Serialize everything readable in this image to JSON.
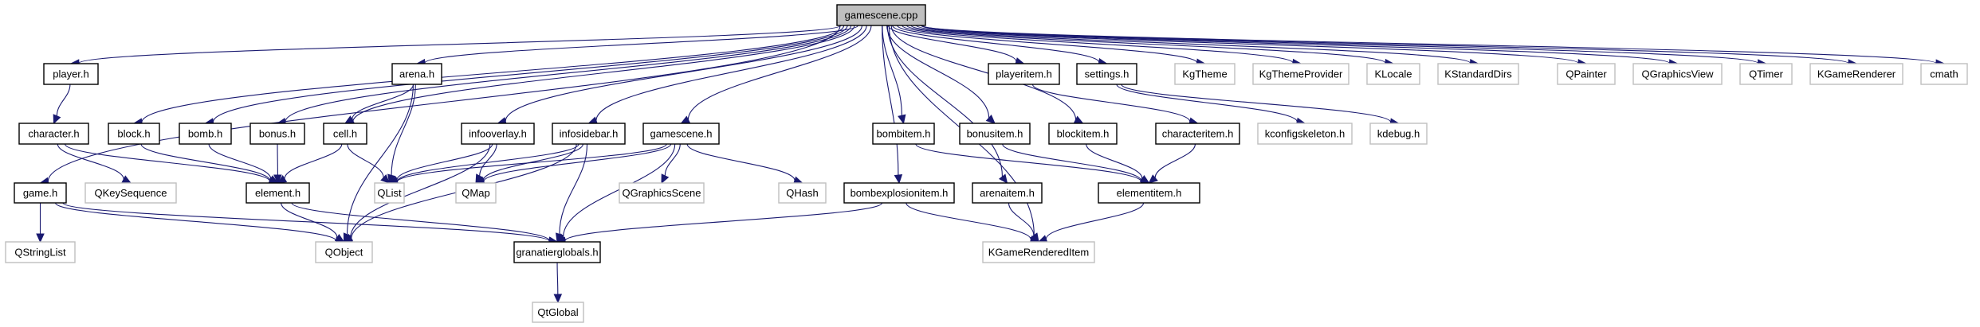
{
  "diagram": {
    "title": "gamescene.cpp include dependency graph",
    "root": "gamescene.cpp",
    "colors": {
      "edge": "#191970",
      "root_fill": "#bfbfbf",
      "documented_border": "#000000",
      "external_border": "#bfbfbf"
    },
    "nodes": [
      {
        "id": "gamescene_cpp",
        "label": "gamescene.cpp",
        "kind": "root"
      },
      {
        "id": "player_h",
        "label": "player.h",
        "kind": "doc"
      },
      {
        "id": "arena_h",
        "label": "arena.h",
        "kind": "doc"
      },
      {
        "id": "playeritem_h",
        "label": "playeritem.h",
        "kind": "doc"
      },
      {
        "id": "settings_h",
        "label": "settings.h",
        "kind": "doc"
      },
      {
        "id": "KgTheme",
        "label": "KgTheme",
        "kind": "ext"
      },
      {
        "id": "KgThemeProvider",
        "label": "KgThemeProvider",
        "kind": "ext"
      },
      {
        "id": "KLocale",
        "label": "KLocale",
        "kind": "ext"
      },
      {
        "id": "KStandardDirs",
        "label": "KStandardDirs",
        "kind": "ext"
      },
      {
        "id": "QPainter",
        "label": "QPainter",
        "kind": "ext"
      },
      {
        "id": "QGraphicsView",
        "label": "QGraphicsView",
        "kind": "ext"
      },
      {
        "id": "QTimer",
        "label": "QTimer",
        "kind": "ext"
      },
      {
        "id": "KGameRenderer",
        "label": "KGameRenderer",
        "kind": "ext"
      },
      {
        "id": "cmath",
        "label": "cmath",
        "kind": "ext"
      },
      {
        "id": "character_h",
        "label": "character.h",
        "kind": "doc"
      },
      {
        "id": "block_h",
        "label": "block.h",
        "kind": "doc"
      },
      {
        "id": "bomb_h",
        "label": "bomb.h",
        "kind": "doc"
      },
      {
        "id": "bonus_h",
        "label": "bonus.h",
        "kind": "doc"
      },
      {
        "id": "cell_h",
        "label": "cell.h",
        "kind": "doc"
      },
      {
        "id": "infooverlay_h",
        "label": "infooverlay.h",
        "kind": "doc"
      },
      {
        "id": "infosidebar_h",
        "label": "infosidebar.h",
        "kind": "doc"
      },
      {
        "id": "gamescene_h",
        "label": "gamescene.h",
        "kind": "doc"
      },
      {
        "id": "bombitem_h",
        "label": "bombitem.h",
        "kind": "doc"
      },
      {
        "id": "bonusitem_h",
        "label": "bonusitem.h",
        "kind": "doc"
      },
      {
        "id": "blockitem_h",
        "label": "blockitem.h",
        "kind": "doc"
      },
      {
        "id": "characteritem_h",
        "label": "characteritem.h",
        "kind": "doc"
      },
      {
        "id": "kconfigskeleton_h",
        "label": "kconfigskeleton.h",
        "kind": "ext"
      },
      {
        "id": "kdebug_h",
        "label": "kdebug.h",
        "kind": "ext"
      },
      {
        "id": "game_h",
        "label": "game.h",
        "kind": "doc"
      },
      {
        "id": "QKeySequence",
        "label": "QKeySequence",
        "kind": "ext"
      },
      {
        "id": "element_h",
        "label": "element.h",
        "kind": "doc"
      },
      {
        "id": "QList",
        "label": "QList",
        "kind": "ext"
      },
      {
        "id": "QMap",
        "label": "QMap",
        "kind": "ext"
      },
      {
        "id": "QGraphicsScene",
        "label": "QGraphicsScene",
        "kind": "ext"
      },
      {
        "id": "QHash",
        "label": "QHash",
        "kind": "ext"
      },
      {
        "id": "bombexplosionitem_h",
        "label": "bombexplosionitem.h",
        "kind": "doc"
      },
      {
        "id": "arenaitem_h",
        "label": "arenaitem.h",
        "kind": "doc"
      },
      {
        "id": "elementitem_h",
        "label": "elementitem.h",
        "kind": "doc"
      },
      {
        "id": "QStringList",
        "label": "QStringList",
        "kind": "ext"
      },
      {
        "id": "QObject",
        "label": "QObject",
        "kind": "ext"
      },
      {
        "id": "granatierglobals_h",
        "label": "granatierglobals.h",
        "kind": "doc"
      },
      {
        "id": "KGameRenderedItem",
        "label": "KGameRenderedItem",
        "kind": "ext"
      },
      {
        "id": "QtGlobal",
        "label": "QtGlobal",
        "kind": "ext"
      }
    ],
    "edges": [
      [
        "gamescene_cpp",
        "game_h"
      ],
      [
        "gamescene_cpp",
        "player_h"
      ],
      [
        "gamescene_cpp",
        "block_h"
      ],
      [
        "gamescene_cpp",
        "bomb_h"
      ],
      [
        "gamescene_cpp",
        "bonus_h"
      ],
      [
        "gamescene_cpp",
        "cell_h"
      ],
      [
        "gamescene_cpp",
        "arena_h"
      ],
      [
        "gamescene_cpp",
        "infooverlay_h"
      ],
      [
        "gamescene_cpp",
        "infosidebar_h"
      ],
      [
        "gamescene_cpp",
        "gamescene_h"
      ],
      [
        "gamescene_cpp",
        "bombexplosionitem_h"
      ],
      [
        "gamescene_cpp",
        "arenaitem_h"
      ],
      [
        "gamescene_cpp",
        "KGameRenderedItem"
      ],
      [
        "gamescene_cpp",
        "bombitem_h"
      ],
      [
        "gamescene_cpp",
        "bonusitem_h"
      ],
      [
        "gamescene_cpp",
        "blockitem_h"
      ],
      [
        "gamescene_cpp",
        "playeritem_h"
      ],
      [
        "gamescene_cpp",
        "settings_h"
      ],
      [
        "gamescene_cpp",
        "KgTheme"
      ],
      [
        "gamescene_cpp",
        "KgThemeProvider"
      ],
      [
        "gamescene_cpp",
        "KLocale"
      ],
      [
        "gamescene_cpp",
        "KStandardDirs"
      ],
      [
        "gamescene_cpp",
        "QPainter"
      ],
      [
        "gamescene_cpp",
        "QGraphicsView"
      ],
      [
        "gamescene_cpp",
        "QTimer"
      ],
      [
        "gamescene_cpp",
        "KGameRenderer"
      ],
      [
        "gamescene_cpp",
        "cmath"
      ],
      [
        "player_h",
        "character_h"
      ],
      [
        "character_h",
        "QKeySequence"
      ],
      [
        "character_h",
        "element_h"
      ],
      [
        "block_h",
        "element_h"
      ],
      [
        "bomb_h",
        "element_h"
      ],
      [
        "bonus_h",
        "element_h"
      ],
      [
        "cell_h",
        "element_h"
      ],
      [
        "cell_h",
        "QList"
      ],
      [
        "arena_h",
        "cell_h"
      ],
      [
        "arena_h",
        "QList"
      ],
      [
        "arena_h",
        "QObject"
      ],
      [
        "element_h",
        "QObject"
      ],
      [
        "element_h",
        "granatierglobals_h"
      ],
      [
        "game_h",
        "QStringList"
      ],
      [
        "game_h",
        "QObject"
      ],
      [
        "game_h",
        "granatierglobals_h"
      ],
      [
        "infooverlay_h",
        "QList"
      ],
      [
        "infooverlay_h",
        "QMap"
      ],
      [
        "infooverlay_h",
        "QObject"
      ],
      [
        "infosidebar_h",
        "QList"
      ],
      [
        "infosidebar_h",
        "QMap"
      ],
      [
        "infosidebar_h",
        "QObject"
      ],
      [
        "infosidebar_h",
        "granatierglobals_h"
      ],
      [
        "gamescene_h",
        "QList"
      ],
      [
        "gamescene_h",
        "QMap"
      ],
      [
        "gamescene_h",
        "granatierglobals_h"
      ],
      [
        "gamescene_h",
        "QGraphicsScene"
      ],
      [
        "gamescene_h",
        "QHash"
      ],
      [
        "bombexplosionitem_h",
        "granatierglobals_h"
      ],
      [
        "bombexplosionitem_h",
        "KGameRenderedItem"
      ],
      [
        "arenaitem_h",
        "KGameRenderedItem"
      ],
      [
        "bombitem_h",
        "elementitem_h"
      ],
      [
        "bonusitem_h",
        "elementitem_h"
      ],
      [
        "blockitem_h",
        "elementitem_h"
      ],
      [
        "playeritem_h",
        "characteritem_h"
      ],
      [
        "characteritem_h",
        "elementitem_h"
      ],
      [
        "elementitem_h",
        "KGameRenderedItem"
      ],
      [
        "settings_h",
        "kconfigskeleton_h"
      ],
      [
        "settings_h",
        "kdebug_h"
      ],
      [
        "granatierglobals_h",
        "QtGlobal"
      ]
    ]
  }
}
